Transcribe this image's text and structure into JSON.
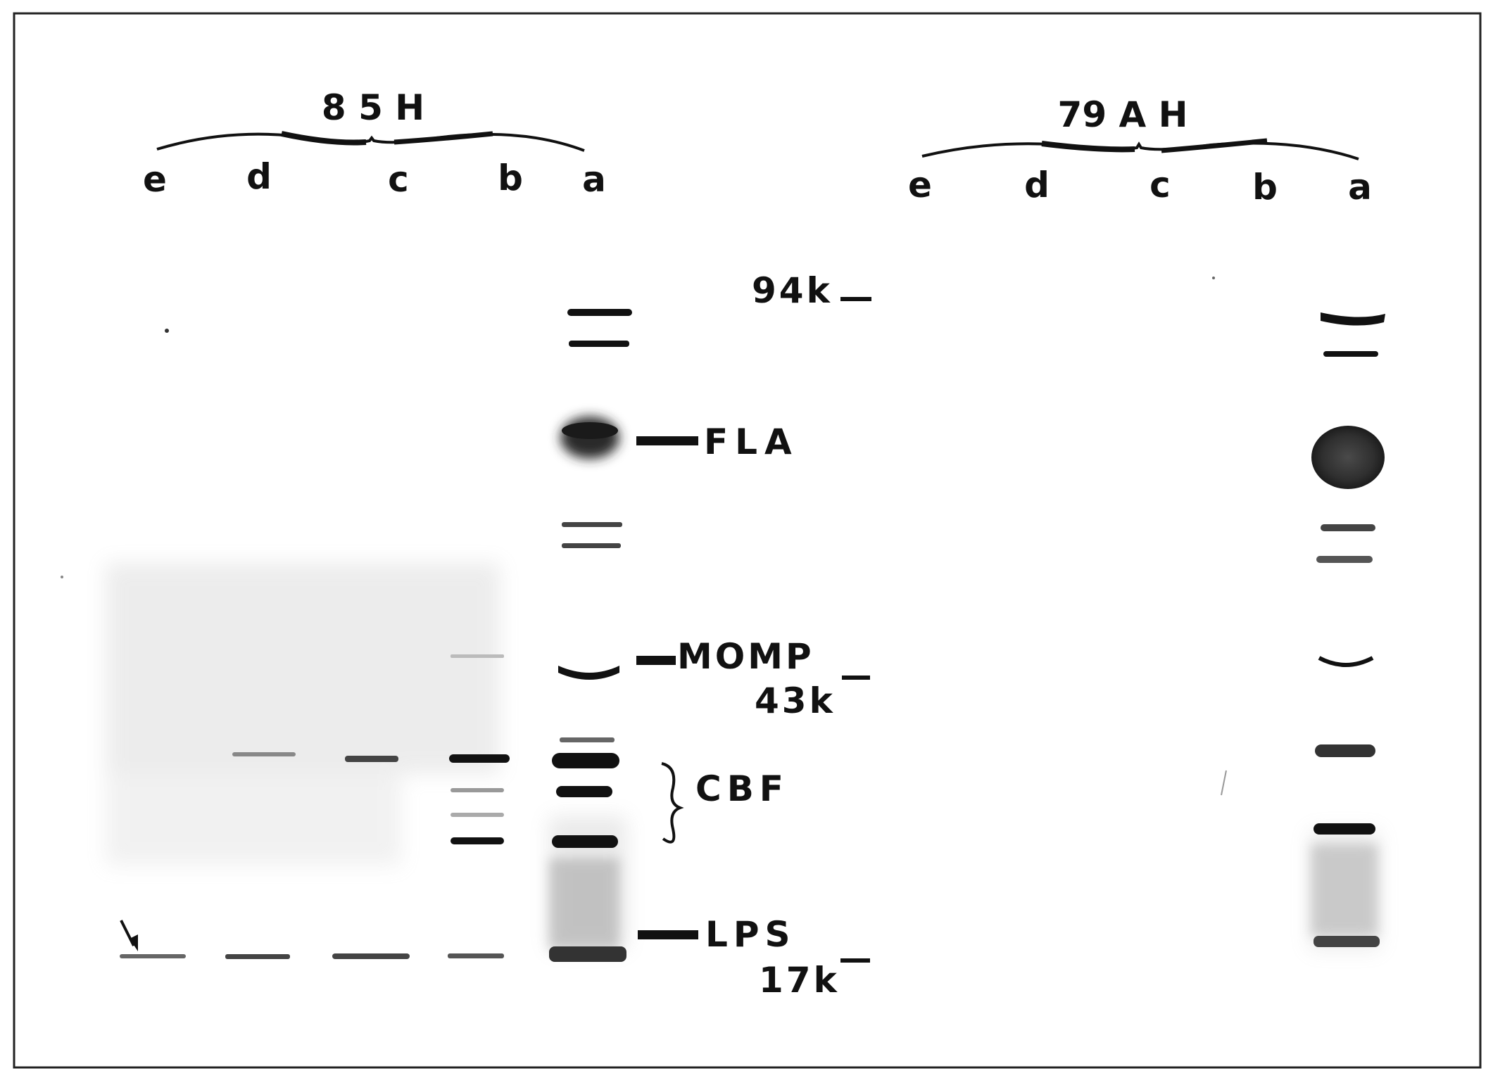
{
  "gel": {
    "left_group": {
      "title": "8 5 H",
      "lanes": [
        "e",
        "d",
        "c",
        "b",
        "a"
      ]
    },
    "right_group": {
      "title": "79 A H",
      "lanes": [
        "e",
        "d",
        "c",
        "b",
        "a"
      ]
    },
    "markers": {
      "m94": "94k",
      "fla": "FLA",
      "momp": "MOMP",
      "m43": "43k",
      "cbf": "CBF",
      "lps": "LPS",
      "m17": "17k"
    }
  },
  "colors": {
    "background": "#ffffff",
    "frame": "#222222",
    "band": "#111111",
    "smear": "#9a9a9a"
  }
}
